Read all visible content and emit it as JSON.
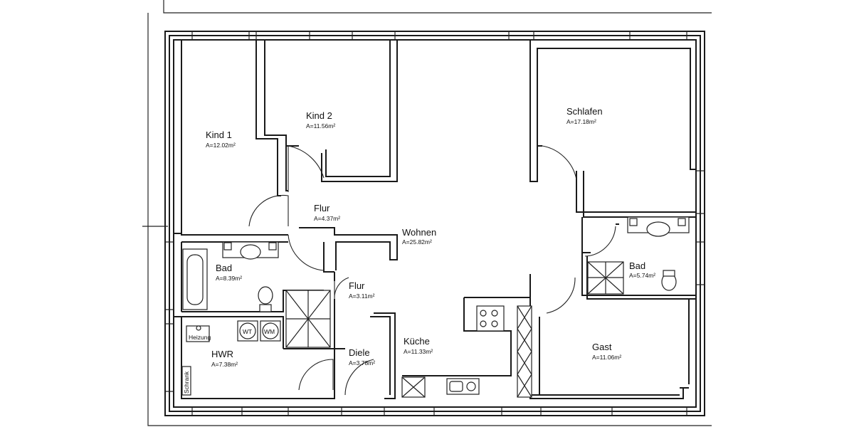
{
  "rooms": [
    {
      "id": "kind1",
      "name": "Kind 1",
      "area": "A=12.02m²"
    },
    {
      "id": "kind2",
      "name": "Kind 2",
      "area": "A=11.56m²"
    },
    {
      "id": "schlafen",
      "name": "Schlafen",
      "area": "A=17.18m²"
    },
    {
      "id": "flur1",
      "name": "Flur",
      "area": "A=4.37m²"
    },
    {
      "id": "wohnen",
      "name": "Wohnen",
      "area": "A=25.82m²"
    },
    {
      "id": "bad1",
      "name": "Bad",
      "area": "A=8.39m²"
    },
    {
      "id": "flur2",
      "name": "Flur",
      "area": "A=3.11m²"
    },
    {
      "id": "bad2",
      "name": "Bad",
      "area": "A=5.74m²"
    },
    {
      "id": "hwr",
      "name": "HWR",
      "area": "A=7.38m²"
    },
    {
      "id": "diele",
      "name": "Diele",
      "area": "A=3.78m²"
    },
    {
      "id": "kueche",
      "name": "Küche",
      "area": "A=11.33m²"
    },
    {
      "id": "gast",
      "name": "Gast",
      "area": "A=11.06m²"
    }
  ],
  "fixture_labels": {
    "heizung": "Heizung",
    "washer_wt": "WT",
    "washer_wm": "WM",
    "schrank": "Schrank"
  }
}
